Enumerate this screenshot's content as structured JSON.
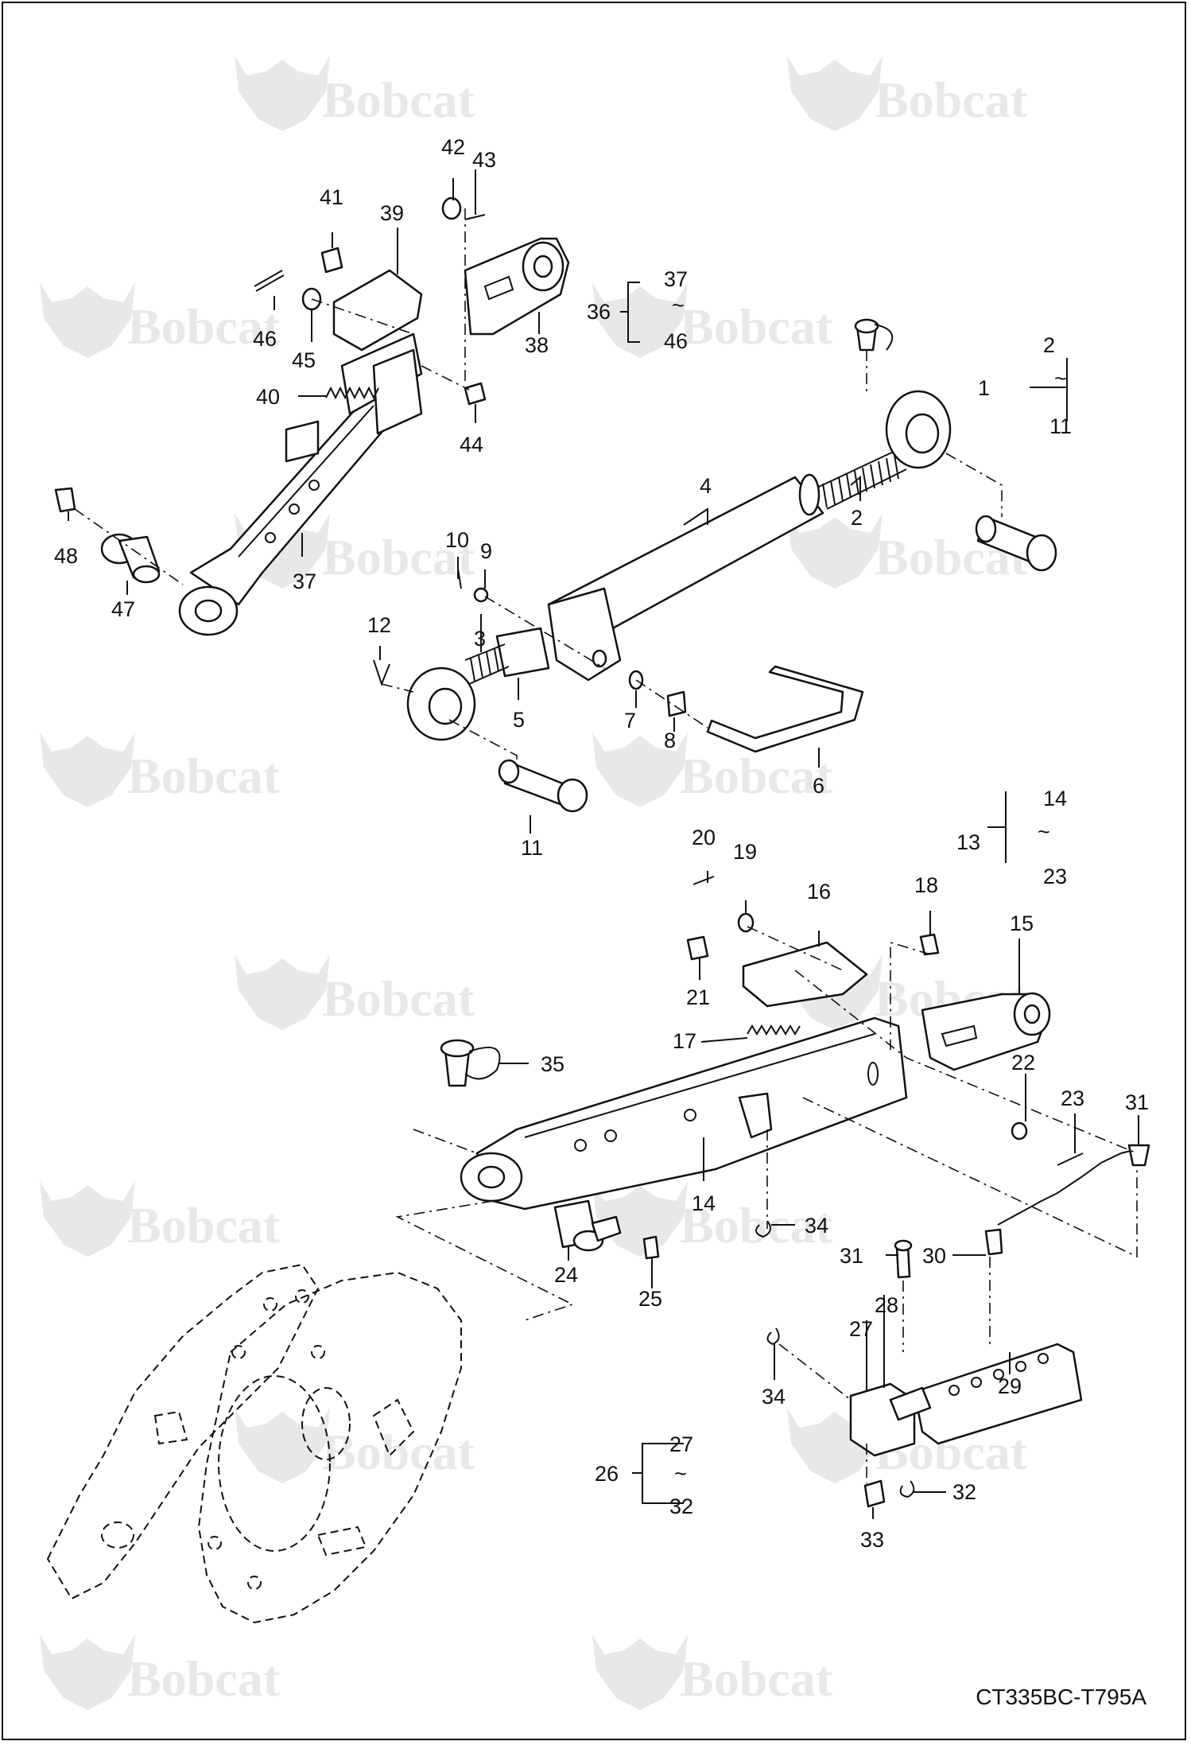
{
  "brand": "Bobcat",
  "drawing_code": "CT335BC-T795A",
  "callouts": [
    "1",
    "2",
    "3",
    "4",
    "5",
    "6",
    "7",
    "8",
    "9",
    "10",
    "11",
    "12",
    "13",
    "14",
    "15",
    "16",
    "17",
    "18",
    "19",
    "20",
    "21",
    "22",
    "23",
    "24",
    "25",
    "26",
    "27",
    "28",
    "29",
    "30",
    "31",
    "32",
    "33",
    "34",
    "35",
    "36",
    "37",
    "38",
    "39",
    "40",
    "41",
    "42",
    "43",
    "44",
    "45",
    "46",
    "47",
    "48"
  ],
  "groups": [
    {
      "label": "1",
      "from": "2",
      "to": "11",
      "sep": "~"
    },
    {
      "label": "36",
      "from": "37",
      "to": "46",
      "sep": "~"
    },
    {
      "label": "13",
      "from": "14",
      "to": "23",
      "sep": "~"
    },
    {
      "label": "26",
      "from": "27",
      "to": "32",
      "sep": "~"
    }
  ],
  "colors": {
    "line": "#111111",
    "watermark": "#e8e8e8",
    "background": "#ffffff"
  }
}
